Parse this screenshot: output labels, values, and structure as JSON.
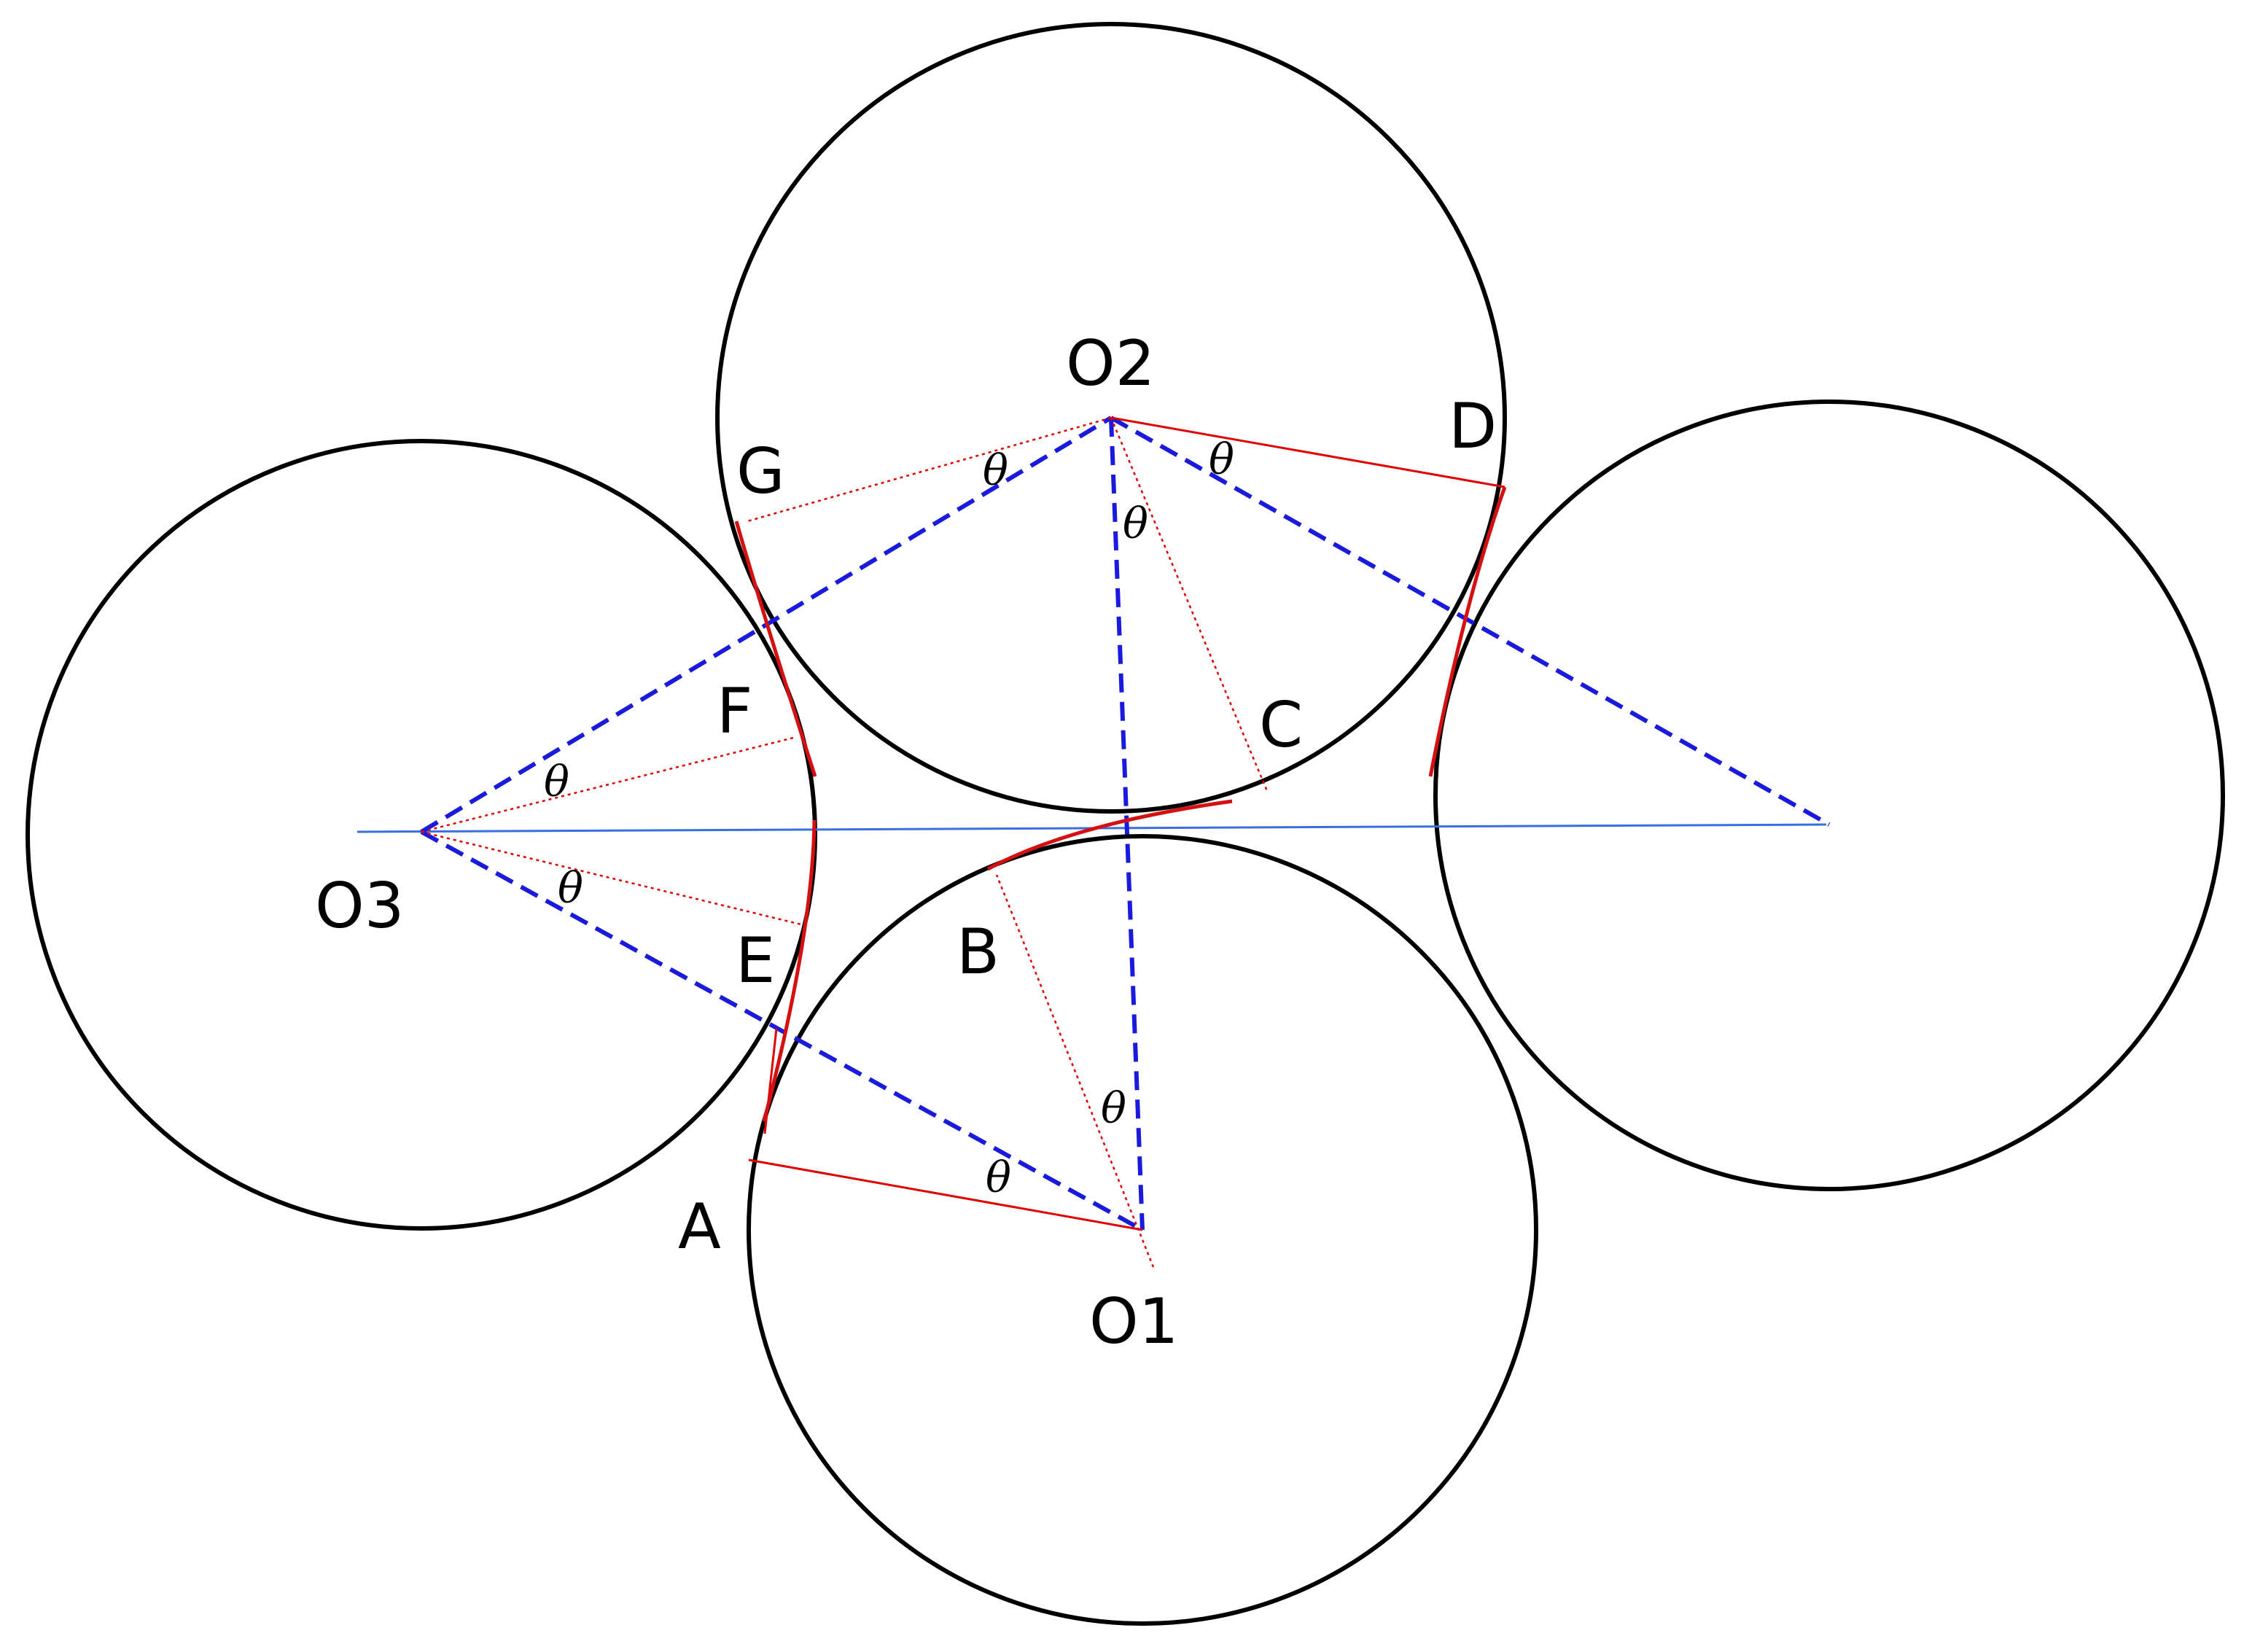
{
  "labels": {
    "O1": "O1",
    "O2": "O2",
    "O3": "O3",
    "A": "A",
    "B": "B",
    "C": "C",
    "D": "D",
    "E": "E",
    "F": "F",
    "G": "G"
  },
  "angle_symbol": "θ",
  "colors": {
    "circle": "#000000",
    "blue_dashed": "#1a1adc",
    "blue_solid": "#3b6fe0",
    "red": "#e00000"
  }
}
